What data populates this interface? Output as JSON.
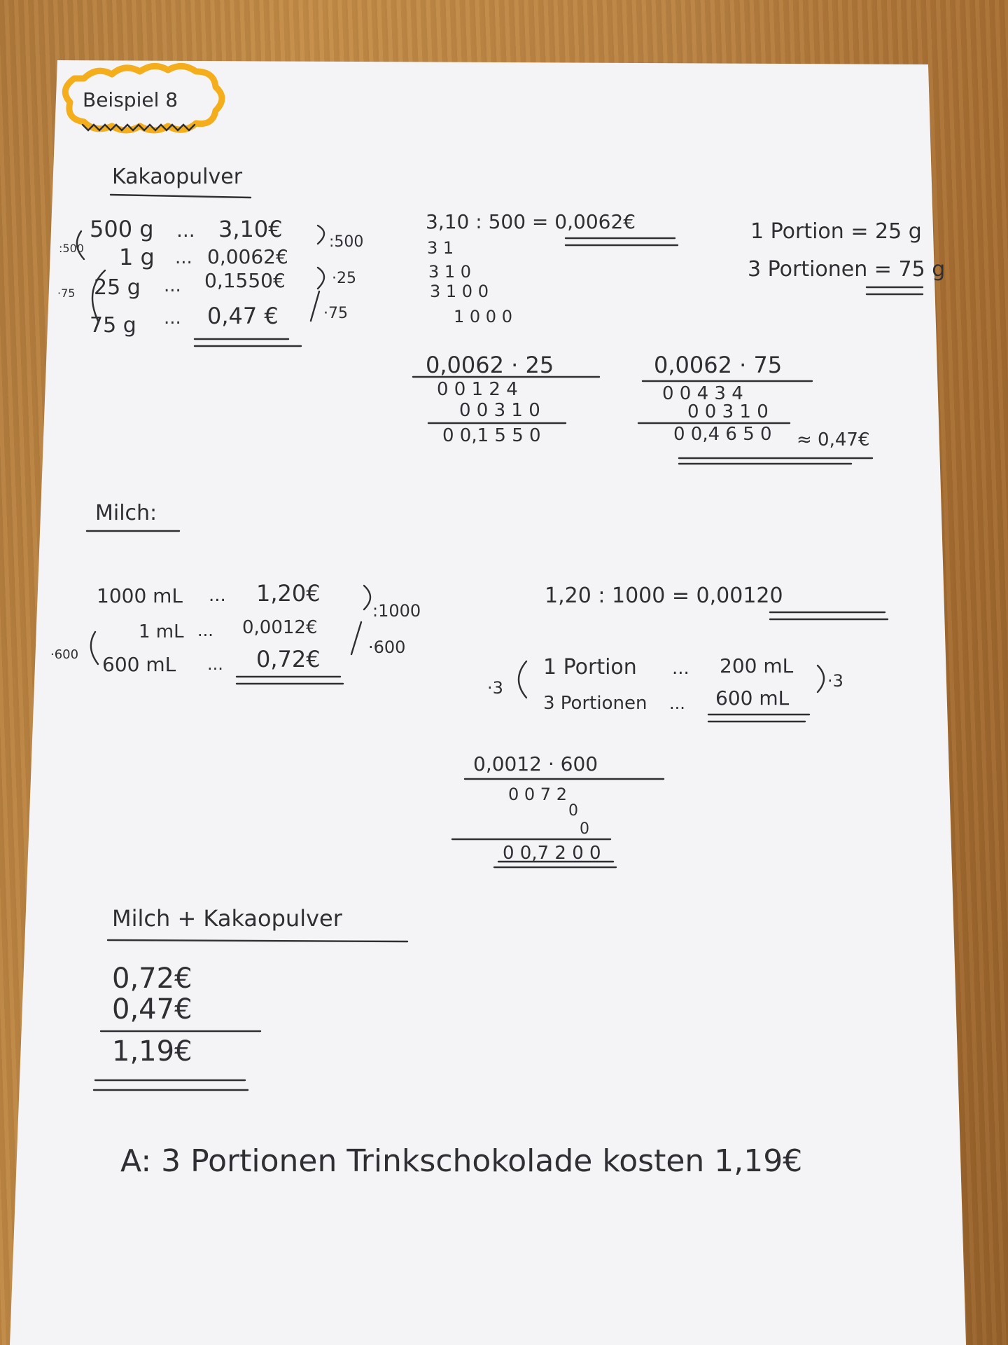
{
  "header": {
    "badge": "Beispiel 8"
  },
  "kakao": {
    "title": "Kakaopulver",
    "rows": [
      {
        "amount": "500 g",
        "price": "3,10€"
      },
      {
        "amount": "1 g",
        "price": "0,0062€"
      },
      {
        "amount": "25 g",
        "price": "0,1550€"
      },
      {
        "amount": "75 g",
        "price": "0,47 €"
      }
    ],
    "ops": [
      ":500",
      "·25",
      "·75"
    ],
    "left_ops": [
      ":500",
      "·75"
    ],
    "division": {
      "expr": "3,10 : 500 = 0,0062€",
      "steps": [
        "3 1",
        "3 1 0",
        "3 1 0 0",
        "1 0 0 0"
      ]
    },
    "mult25": {
      "expr": "0,0062 · 25",
      "rows": [
        "0 0 1 2 4",
        "0 0 3 1 0",
        "0 0,1 5 5 0"
      ]
    },
    "mult75": {
      "expr": "0,0062 · 75",
      "rows": [
        "0 0 4 3 4",
        "0 0 3 1 0",
        "0 0,4 6 5 0"
      ],
      "approx": "≈ 0,47€"
    },
    "portions": [
      "1 Portion = 25 g",
      "3 Portionen = 75 g"
    ]
  },
  "milch": {
    "title": "Milch:",
    "rows": [
      {
        "amount": "1000 mL",
        "price": "1,20€"
      },
      {
        "amount": "1 mL",
        "price": "0,0012€"
      },
      {
        "amount": "600 mL",
        "price": "0,72€"
      }
    ],
    "ops": [
      ":1000",
      "·600"
    ],
    "left_op": "·600",
    "division": "1,20 : 1000 = 0,00120",
    "portions": [
      {
        "label": "1 Portion",
        "amount": "200 mL"
      },
      {
        "label": "3 Portionen",
        "amount": "600 mL"
      }
    ],
    "portion_op": "·3",
    "mult600": {
      "expr": "0,0012 · 600",
      "rows": [
        "0 0 7 2",
        "0",
        "0",
        "0 0,7 2 0 0"
      ]
    }
  },
  "sum": {
    "title": "Milch + Kakaopulver",
    "lines": [
      "0,72€",
      "0,47€"
    ],
    "total": "1,19€"
  },
  "answer": "A: 3 Portionen Trinkschokolade kosten 1,19€"
}
